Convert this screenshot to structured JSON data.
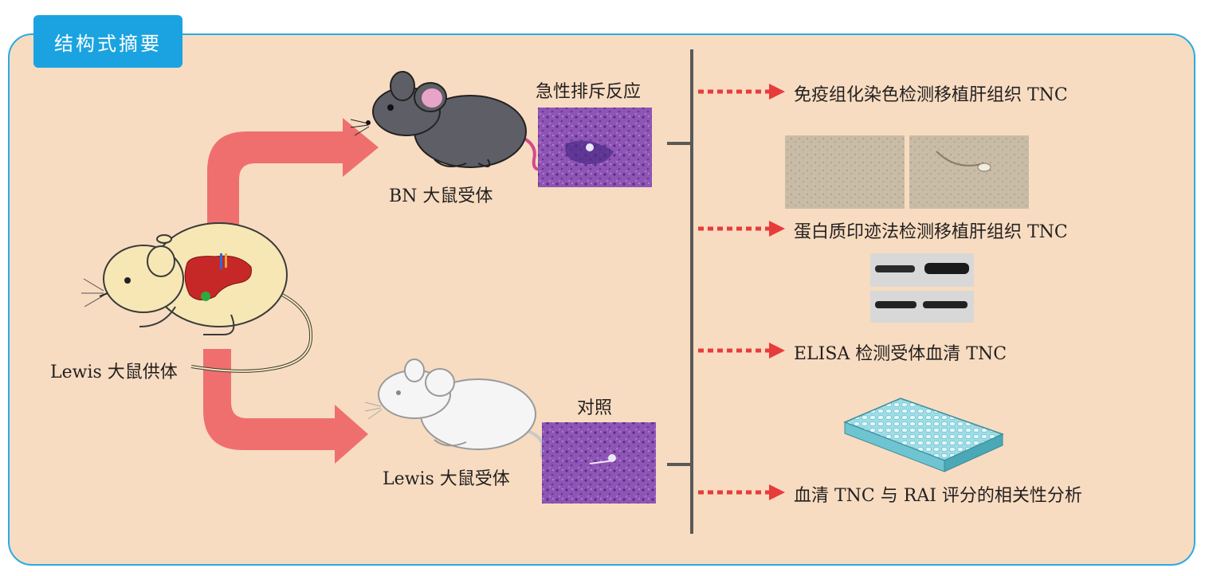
{
  "header": {
    "title": "结构式摘要"
  },
  "donor": {
    "label": "Lewis 大鼠供体"
  },
  "recipient_bn": {
    "label": "BN 大鼠受体",
    "biopsy_caption": "急性排斥反应"
  },
  "recipient_lewis": {
    "label": "Lewis 大鼠受体",
    "biopsy_caption": "对照"
  },
  "assays": [
    {
      "label": "免疫组化染色检测移植肝组织 TNC"
    },
    {
      "label": "蛋白质印迹法检测移植肝组织 TNC"
    },
    {
      "label": "ELISA 检测受体血清 TNC"
    },
    {
      "label": "血清 TNC 与 RAI 评分的相关性分析"
    }
  ],
  "colors": {
    "panel_fill": "#f7dcc1",
    "panel_border": "#29abe2",
    "title_tab": "#1aa3e0",
    "flow_arrow": "#ef6f6f",
    "dotted_arrow": "#e83b3b",
    "timeline": "#595959",
    "stain_purple": "#8a4fb0"
  }
}
